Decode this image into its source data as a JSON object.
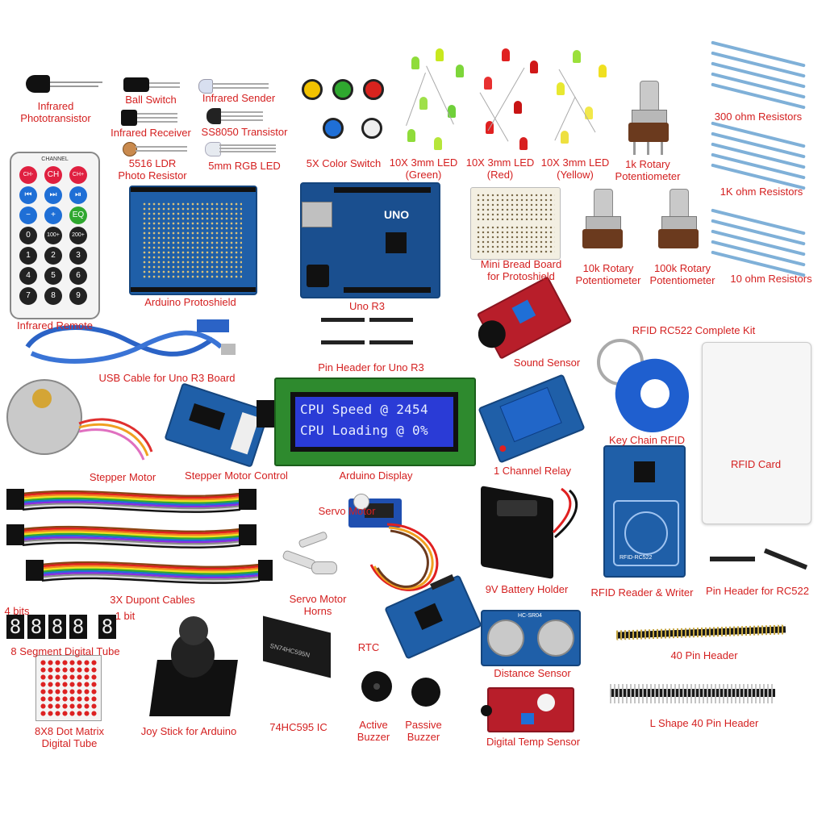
{
  "labels": {
    "infrared_phototransistor": "Infrared\nPhototransistor",
    "ball_switch": "Ball Switch",
    "infrared_sender": "Infrared Sender",
    "infrared_receiver": "Infrared Receiver",
    "ss8050": "SS8050 Transistor",
    "ldr": "5516 LDR\nPhoto Resistor",
    "rgb_led": "5mm RGB LED",
    "color_switch": "5X Color Switch",
    "led_green": "10X 3mm LED\n(Green)",
    "led_red": "10X 3mm LED\n(Red)",
    "led_yellow": "10X 3mm LED\n(Yellow)",
    "pot_1k": "1k Rotary\nPotentiometer",
    "res_300": "300 ohm Resistors",
    "res_1k": "1K ohm Resistors",
    "res_10": "10 ohm Resistors",
    "infrared_remote": "Infrared Remote",
    "protoshield": "Arduino Protoshield",
    "uno_r3": "Uno R3",
    "breadboard": "Mini Bread Board\nfor Protoshield",
    "pot_10k": "10k Rotary\nPotentiometer",
    "pot_100k": "100k Rotary\nPotentiometer",
    "usb_cable": "USB Cable for Uno R3 Board",
    "pin_header_uno": "Pin Header for Uno R3",
    "sound_sensor": "Sound Sensor",
    "rfid_kit": "RFID RC522 Complete Kit",
    "stepper_motor": "Stepper Motor",
    "stepper_control": "Stepper Motor Control",
    "arduino_display": "Arduino Display",
    "relay": "1 Channel Relay",
    "key_chain": "Key Chain RFID",
    "rfid_card": "RFID Card",
    "servo_motor": "Servo Motor",
    "dupont": "3X Dupont Cables",
    "servo_horns": "Servo Motor\nHorns",
    "battery_holder": "9V Battery Holder",
    "rfid_reader": "RFID Reader & Writer",
    "pin_header_rc522": "Pin Header for RC522",
    "four_bits": "4 bits",
    "one_bit": "1 bit",
    "seven_seg": "8 Segment Digital Tube",
    "rtc": "RTC",
    "distance_sensor": "Distance Sensor",
    "pin_header_40": "40 Pin Header",
    "dot_matrix": "8X8 Dot Matrix\nDigital Tube",
    "joystick": "Joy Stick for Arduino",
    "ic_74hc595": "74HC595 IC",
    "active_buzzer": "Active\nBuzzer",
    "passive_buzzer": "Passive\nBuzzer",
    "temp_sensor": "Digital Temp Sensor",
    "l_shape_header": "L Shape 40 Pin Header"
  },
  "lcd": {
    "line1": "CPU Speed @ 2454",
    "line2": "CPU Loading @ 0%"
  },
  "board_text": {
    "uno": "UNO",
    "rfid": "RFID-RC522",
    "ic": "SN74HC595N",
    "hc": "HC-SR04"
  },
  "remote": {
    "header": "CHANNEL",
    "keys": [
      "CH-",
      "CH",
      "CH+",
      "⏮",
      "⏭",
      "⏯",
      "−",
      "+",
      "EQ",
      "0",
      "100+",
      "200+",
      "1",
      "2",
      "3",
      "4",
      "5",
      "6",
      "7",
      "8",
      "9"
    ]
  },
  "seven_seg_digits": [
    "8",
    "8",
    "8",
    "8",
    "8"
  ],
  "colors": {
    "label": "#d42020",
    "pcb_blue": "#1f5fa8",
    "pcb_red": "#b81e2a",
    "lcd_bg": "#2a3bd6",
    "lcd_text": "#e8eeff"
  }
}
